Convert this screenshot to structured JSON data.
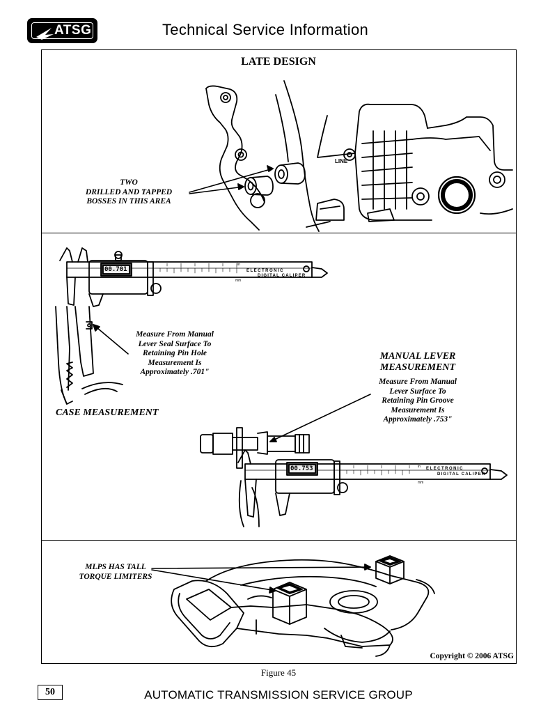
{
  "header": {
    "logo_text": "ATSG",
    "title": "Technical Service Information"
  },
  "panel_late": {
    "title": "LATE DESIGN",
    "callout": [
      "TWO",
      "DRILLED AND TAPPED",
      "BOSSES IN THIS AREA"
    ],
    "line_label": "LINE"
  },
  "panel_measure": {
    "case_heading": "CASE MEASUREMENT",
    "case_note": [
      "Measure From Manual",
      "Lever Seal Surface To",
      "Retaining Pin Hole",
      "Measurement Is",
      "Approximately .701\""
    ],
    "manual_heading": [
      "MANUAL LEVER",
      "MEASUREMENT"
    ],
    "manual_note": [
      "Measure From Manual",
      "Lever Surface To",
      "Retaining Pin Groove",
      "Measurement Is",
      "Approximately .753\""
    ],
    "caliper_1": {
      "reading": "00.701",
      "brand": "ELECTRONIC",
      "model": "DIGITAL CALIPER",
      "unit_in": "in",
      "unit_mm": "mm"
    },
    "caliper_2": {
      "reading": "00.753",
      "brand": "ELECTRONIC",
      "model": "DIGITAL CALIPER",
      "unit_in": "in",
      "unit_mm": "mm"
    }
  },
  "panel_mlps": {
    "callout": [
      "MLPS HAS TALL",
      "TORQUE LIMITERS"
    ]
  },
  "copyright": "Copyright © 2006 ATSG",
  "figure_caption": "Figure 45",
  "page_number": "50",
  "footer": "AUTOMATIC TRANSMISSION SERVICE GROUP"
}
